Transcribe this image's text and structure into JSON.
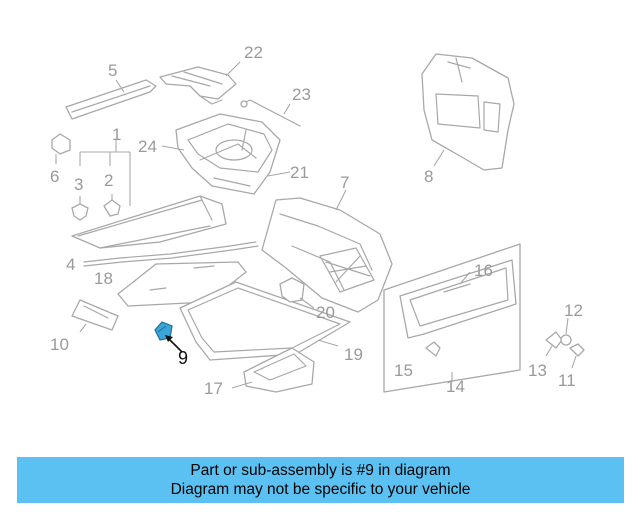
{
  "callouts": [
    "1",
    "2",
    "3",
    "4",
    "5",
    "6",
    "7",
    "8",
    "9",
    "10",
    "11",
    "12",
    "13",
    "14",
    "15",
    "16",
    "17",
    "18",
    "19",
    "20",
    "21",
    "22",
    "23",
    "24"
  ],
  "highlight": {
    "callout": "9",
    "color": "#3aa6d9"
  },
  "banner": {
    "color": "#5bc1f2",
    "line1": "Part or sub-assembly is #9 in diagram",
    "line2": "Diagram may not be specific to your vehicle"
  }
}
